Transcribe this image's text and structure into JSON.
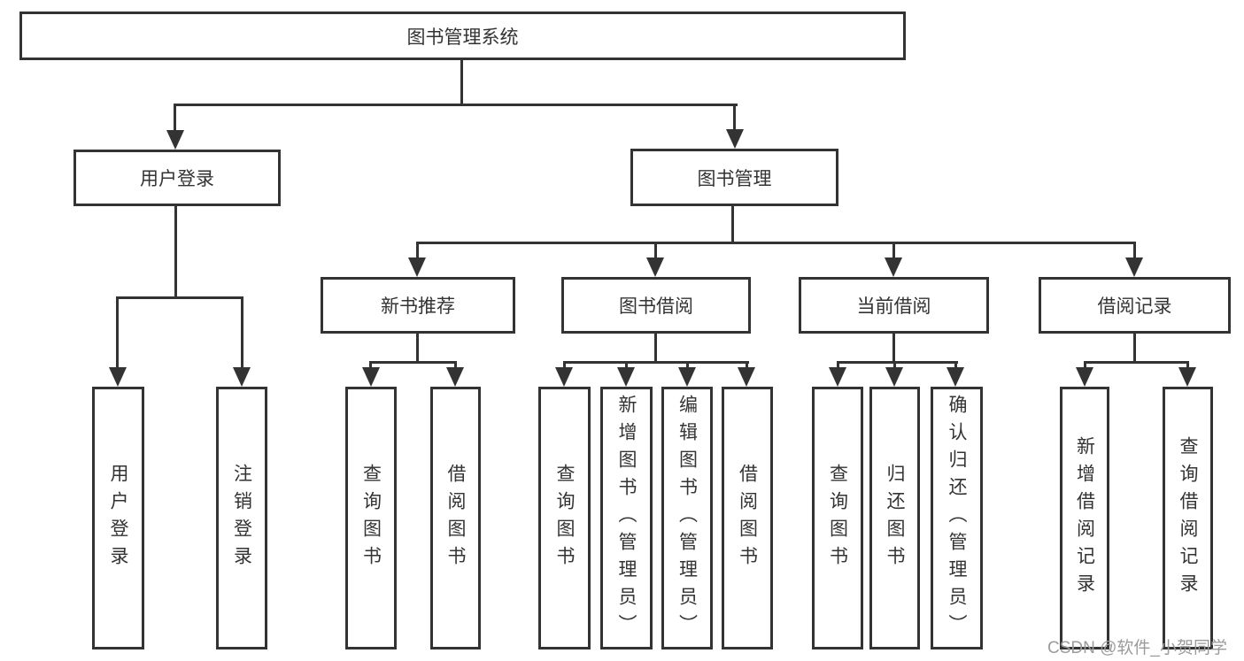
{
  "tree": {
    "root": "图书管理系统",
    "branches": [
      {
        "label": "用户登录",
        "children": [
          {
            "label": "用户登录"
          },
          {
            "label": "注销登录"
          }
        ]
      },
      {
        "label": "图书管理",
        "children": [
          {
            "label": "新书推荐",
            "children": [
              {
                "label": "查询图书"
              },
              {
                "label": "借阅图书"
              }
            ]
          },
          {
            "label": "图书借阅",
            "children": [
              {
                "label": "查询图书"
              },
              {
                "label": "新增图书（管理员）"
              },
              {
                "label": "编辑图书（管理员）"
              },
              {
                "label": "借阅图书"
              }
            ]
          },
          {
            "label": "当前借阅",
            "children": [
              {
                "label": "查询图书"
              },
              {
                "label": "归还图书"
              },
              {
                "label": "确认归还（管理员）"
              }
            ]
          },
          {
            "label": "借阅记录",
            "children": [
              {
                "label": "新增借阅记录"
              },
              {
                "label": "查询借阅记录"
              }
            ]
          }
        ]
      }
    ]
  },
  "watermark": "CSDN @软件_小贺同学",
  "colors": {
    "line": "#333333",
    "text": "#333333",
    "background": "#ffffff",
    "watermark": "#9b9b9b"
  }
}
